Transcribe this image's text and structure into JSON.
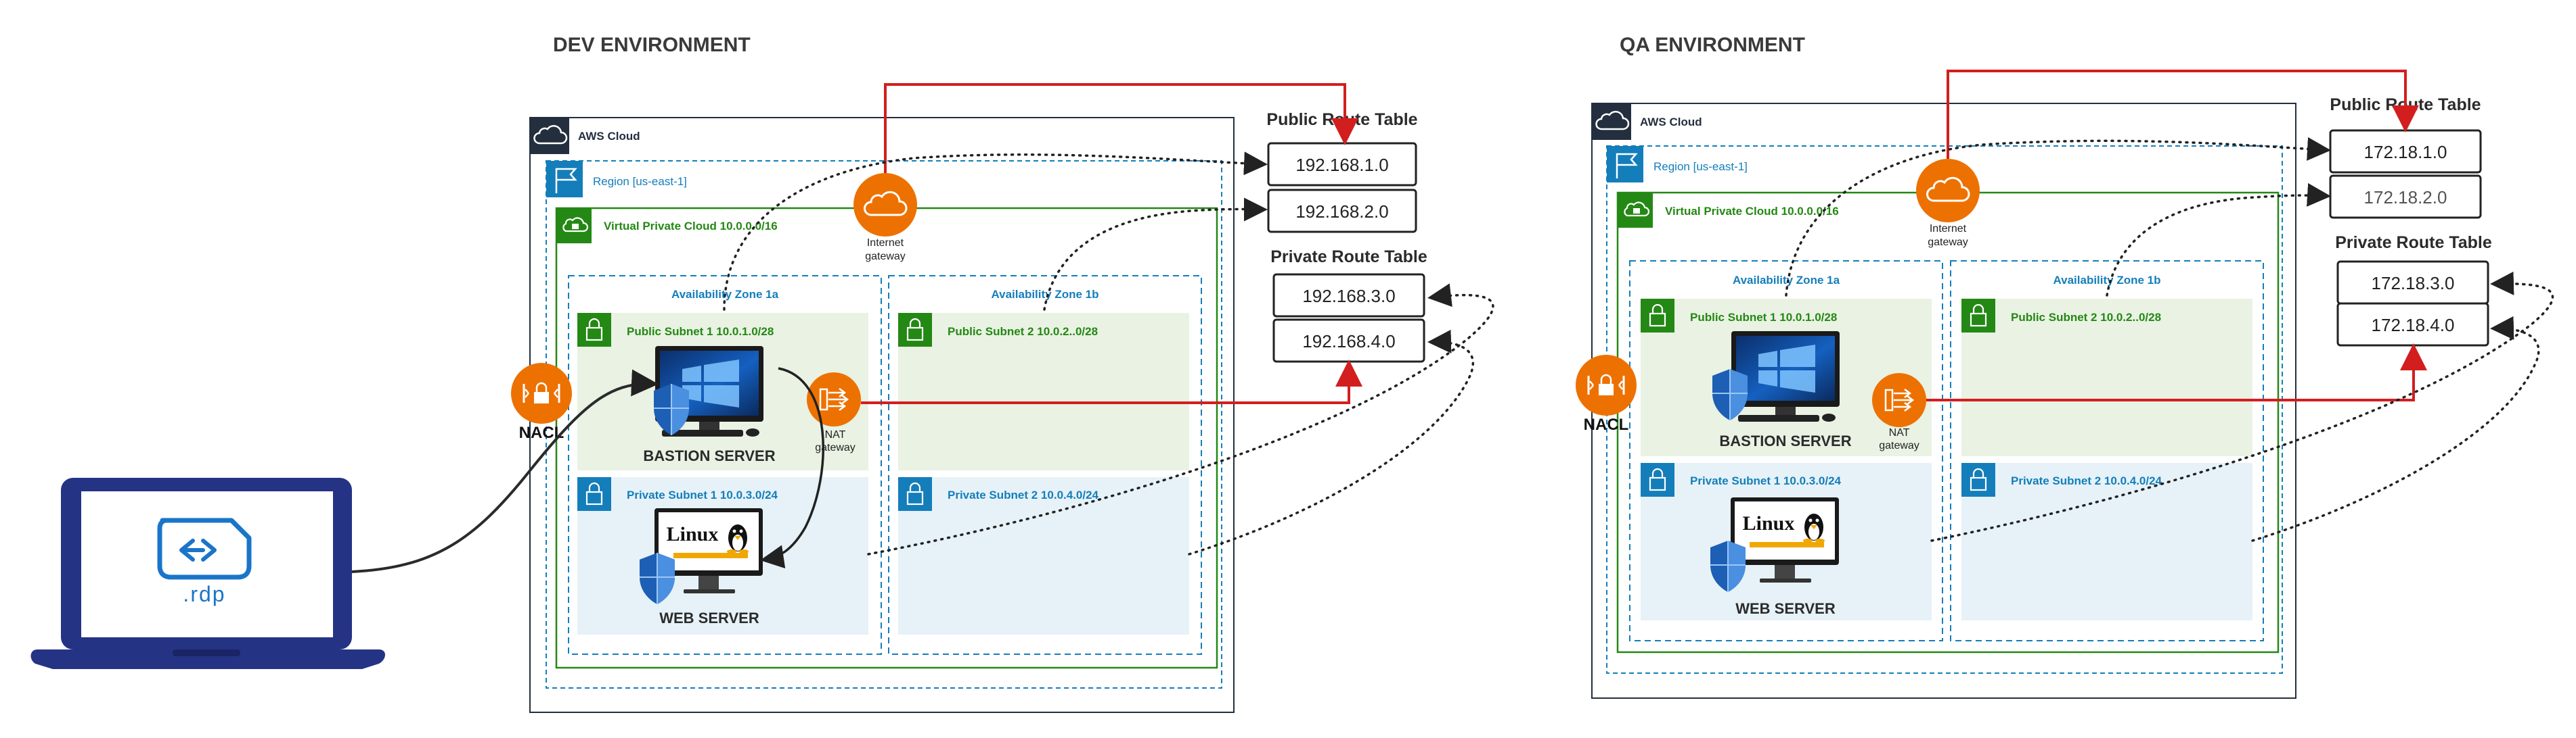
{
  "environments": [
    {
      "title": "DEV ENVIRONMENT",
      "cloud": "AWS Cloud",
      "region": "Region [us-east-1]",
      "vpc": "Virtual Private Cloud 10.0.0.0/16",
      "az_a": "Availability Zone 1a",
      "az_b": "Availability Zone 1b",
      "pub1": "Public Subnet 1 10.0.1.0/28",
      "pub2": "Public Subnet 2 10.0.2..0/28",
      "priv1": "Private Subnet 1 10.0.3.0/24",
      "priv2": "Private Subnet 2 10.0.4.0/24",
      "igw": [
        "Internet",
        "gateway"
      ],
      "nat": [
        "NAT",
        "gateway"
      ],
      "nacl": "NACL",
      "bastion": "BASTION SERVER",
      "web": "WEB SERVER",
      "linux_logo": "Linux",
      "public_rt_title": "Public Route Table",
      "public_routes": [
        "192.168.1.0",
        "192.168.2.0"
      ],
      "private_rt_title": "Private Route Table",
      "private_routes": [
        "192.168.3.0",
        "192.168.4.0"
      ]
    },
    {
      "title": "QA ENVIRONMENT",
      "cloud": "AWS Cloud",
      "region": "Region [us-east-1]",
      "vpc": "Virtual Private Cloud 10.0.0.0/16",
      "az_a": "Availability Zone 1a",
      "az_b": "Availability Zone 1b",
      "pub1": "Public Subnet 1 10.0.1.0/28",
      "pub2": "Public Subnet 2 10.0.2..0/28",
      "priv1": "Private Subnet 1 10.0.3.0/24",
      "priv2": "Private Subnet 2 10.0.4.0/24",
      "igw": [
        "Internet",
        "gateway"
      ],
      "nat": [
        "NAT",
        "gateway"
      ],
      "nacl": "NACL",
      "bastion": "BASTION SERVER",
      "web": "WEB SERVER",
      "linux_logo": "Linux",
      "public_rt_title": "Public Route Table",
      "public_routes": [
        "172.18.1.0",
        "172.18.2.0"
      ],
      "private_rt_title": "Private Route Table",
      "private_routes": [
        "172.18.3.0",
        "172.18.4.0"
      ]
    }
  ],
  "client": {
    "label": ".rdp"
  },
  "colors": {
    "aws_dark": "#232f3e",
    "region_blue": "#147eba",
    "vpc_green": "#248814",
    "public_subnet_fill": "#e9f2e3",
    "private_subnet_fill": "#e6f2f8",
    "gateway_orange": "#ed7100",
    "route_red": "#d21e1e",
    "laptop_navy": "#253384",
    "rdp_blue": "#1a75c9"
  },
  "icons": [
    "cloud-icon",
    "flag-icon",
    "lock-icon",
    "shield-icon",
    "internet-gateway-icon",
    "nat-gateway-icon",
    "nacl-icon",
    "windows-desktop-icon",
    "linux-monitor-icon",
    "tux-icon",
    "laptop-icon",
    "rdp-icon"
  ]
}
